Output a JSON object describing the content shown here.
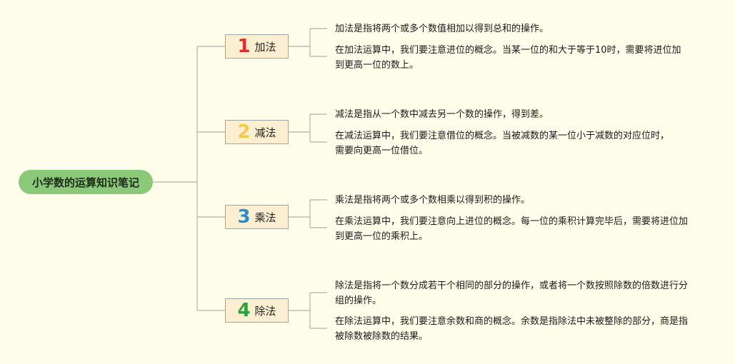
{
  "root": {
    "label": "小学数的运算知识笔记"
  },
  "branches": [
    {
      "number": "1",
      "number_color": "#d9322c",
      "label": "加法",
      "notes": [
        "加法是指将两个或多个数值相加以得到总和的操作。",
        "在加法运算中，我们要注意进位的概念。当某一位的和大于等于10时，需要将进位加到更高一位的数上。"
      ]
    },
    {
      "number": "2",
      "number_color": "#f2c94c",
      "label": "减法",
      "notes": [
        "减法是指从一个数中减去另一个数的操作，得到差。",
        "在减法运算中，我们要注意借位的概念。当被减数的某一位小于减数的对应位时，需要向更高一位借位。"
      ]
    },
    {
      "number": "3",
      "number_color": "#2b8ccc",
      "label": "乘法",
      "notes": [
        "乘法是指将两个或多个数相乘以得到积的操作。",
        "在乘法运算中，我们要注意向上进位的概念。每一位的乘积计算完毕后，需要将进位加到更高一位的乘积上。"
      ]
    },
    {
      "number": "4",
      "number_color": "#2f9e3c",
      "label": "除法",
      "notes": [
        "除法是指将一个数分成若干个相同的部分的操作，或者将一个数按照除数的倍数进行分组的操作。",
        "在除法运算中，我们要注意余数和商的概念。余数是指除法中未被整除的部分，商是指被除数被除数的结果。"
      ]
    }
  ]
}
